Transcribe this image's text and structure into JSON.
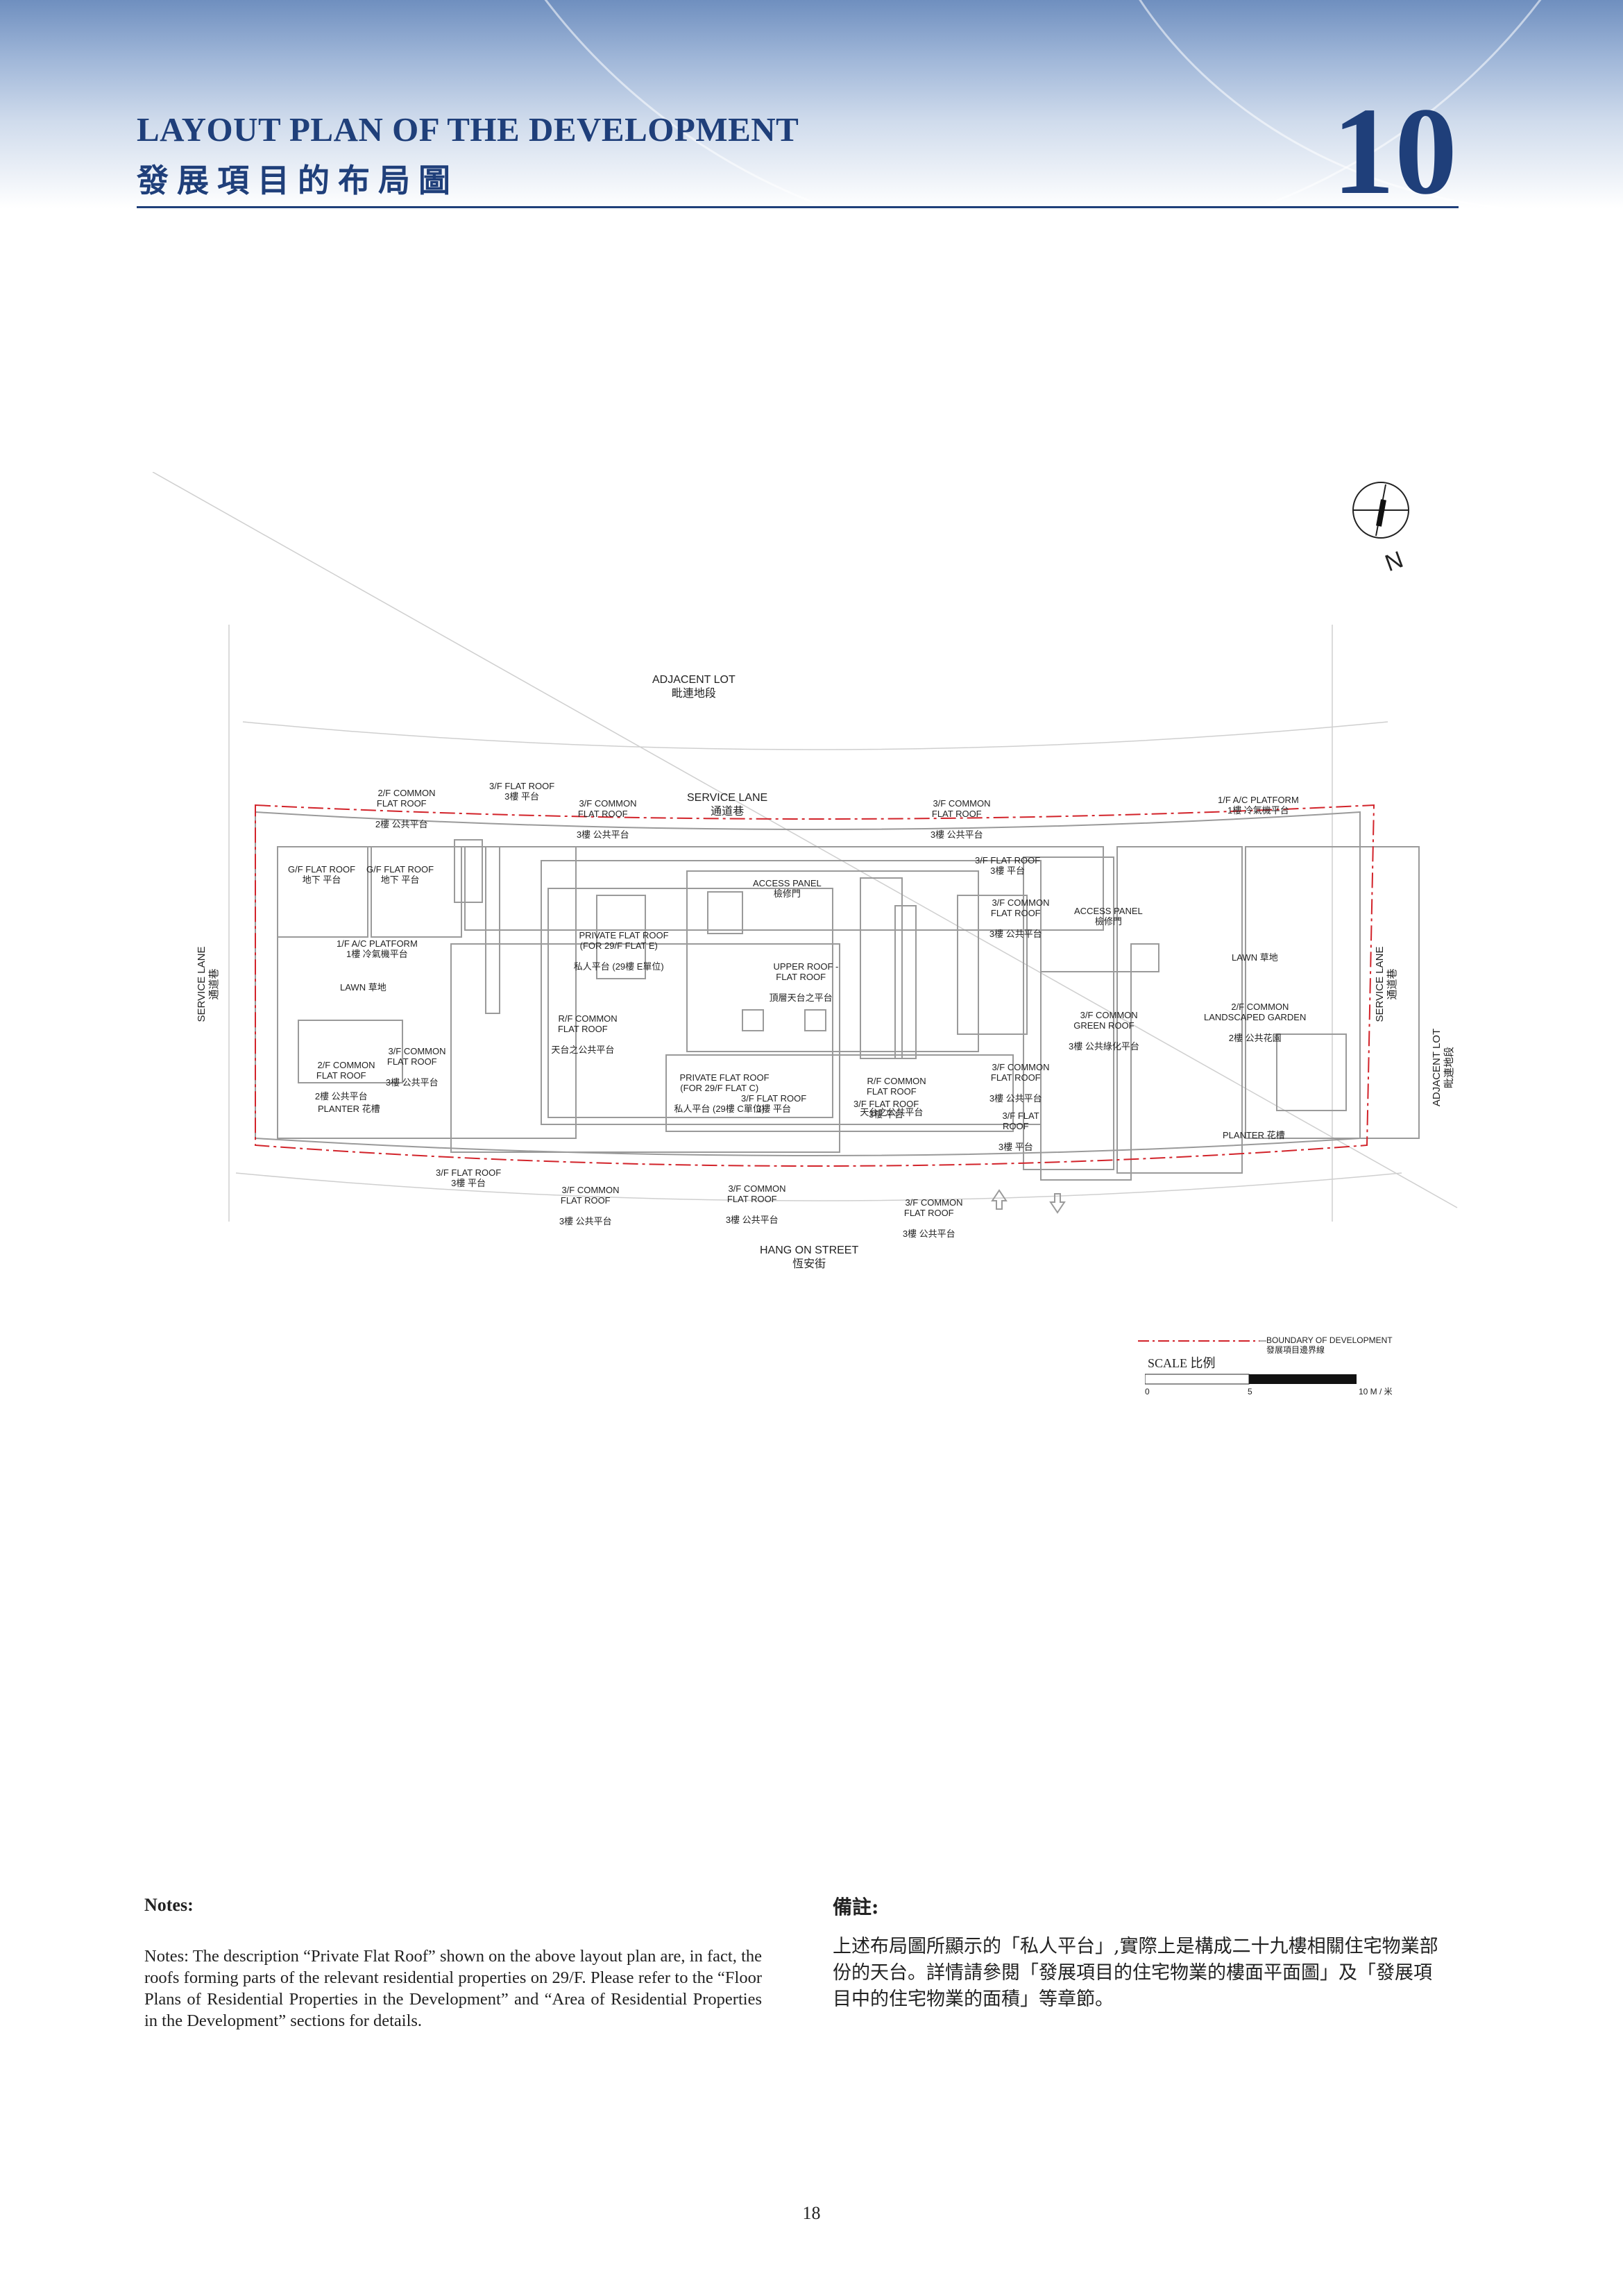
{
  "header": {
    "title": "LAYOUT PLAN OF THE DEVELOPMENT",
    "subtitle": "發展項目的布局圖",
    "section_number": "10"
  },
  "plan": {
    "north_label": "N",
    "labels": {
      "adjacent_lot_top_en": "ADJACENT LOT",
      "adjacent_lot_top_cn": "毗連地段",
      "service_lane_top_en": "SERVICE LANE",
      "service_lane_top_cn": "通道巷",
      "hang_on_street_en": "HANG ON STREET",
      "hang_on_street_cn": "恆安街",
      "service_lane_left_en": "SERVICE LANE",
      "service_lane_left_cn": "通道巷",
      "service_lane_right_en": "SERVICE LANE",
      "service_lane_right_cn": "通道巷",
      "adjacent_lot_right_en": "ADJACENT LOT",
      "adjacent_lot_right_cn": "毗連地段",
      "common_2f_top_en": "2/F COMMON\nFLAT ROOF",
      "common_2f_top_cn": "2樓 公共平台",
      "flat_roof_3f_top_en": "3/F FLAT ROOF",
      "flat_roof_3f_top_cn": "3樓 平台",
      "common_3f_top_en": "3/F COMMON\nFLAT ROOF",
      "common_3f_top_cn": "3樓 公共平台",
      "common_3f_topright_en": "3/F COMMON\nFLAT ROOF",
      "common_3f_topright_cn": "3樓 公共平台",
      "ac_1f_top_en": "1/F A/C PLATFORM",
      "ac_1f_top_cn": "1樓 冷氣機平台",
      "gf_flat_roof_1_en": "G/F FLAT ROOF",
      "gf_flat_roof_1_cn": "地下 平台",
      "gf_flat_roof_2_en": "G/F FLAT ROOF",
      "gf_flat_roof_2_cn": "地下 平台",
      "ac_1f_left_en": "1/F A/C PLATFORM",
      "ac_1f_left_cn": "1樓 冷氣機平台",
      "lawn_left": "LAWN 草地",
      "common_3f_left_en": "3/F COMMON\nFLAT ROOF",
      "common_3f_left_cn": "3樓 公共平台",
      "common_2f_left_en": "2/F COMMON\nFLAT ROOF",
      "common_2f_left_cn": "2樓 公共平台",
      "planter_left": "PLANTER 花槽",
      "private_29e_en": "PRIVATE FLAT ROOF\n(FOR 29/F FLAT E)",
      "private_29e_cn": "私人平台 (29樓 E單位)",
      "rf_common_left_en": "R/F COMMON\nFLAT ROOF",
      "rf_common_left_cn": "天台之公共平台",
      "access_panel_1_en": "ACCESS PANEL",
      "access_panel_1_cn": "檢修門",
      "upper_roof_en": "UPPER ROOF -\nFLAT ROOF",
      "upper_roof_cn": "頂層天台之平台",
      "private_29c_en": "PRIVATE FLAT ROOF\n(FOR 29/F FLAT C)",
      "private_29c_cn": "私人平台 (29樓 C單位)",
      "flat_roof_3f_mid_en": "3/F FLAT ROOF",
      "flat_roof_3f_mid_cn": "3樓 平台",
      "rf_common_right_en": "R/F COMMON\nFLAT ROOF",
      "rf_common_right_cn": "天台之公共平台",
      "flat_roof_3f_mid2_en": "3/F FLAT ROOF",
      "flat_roof_3f_mid2_cn": "3樓 平台",
      "flat_roof_3f_r1_en": "3/F FLAT ROOF",
      "flat_roof_3f_r1_cn": "3樓 平台",
      "common_3f_r1_en": "3/F COMMON\nFLAT ROOF",
      "common_3f_r1_cn": "3樓 公共平台",
      "common_3f_r2_en": "3/F COMMON\nFLAT ROOF",
      "common_3f_r2_cn": "3樓 公共平台",
      "flat_roof_3f_r2_en": "3/F FLAT\nROOF",
      "flat_roof_3f_r2_cn": "3樓 平台",
      "access_panel_2_en": "ACCESS PANEL",
      "access_panel_2_cn": "檢修門",
      "green_roof_en": "3/F COMMON\nGREEN ROOF",
      "green_roof_cn": "3樓 公共綠化平台",
      "lawn_right": "LAWN 草地",
      "garden_en": "2/F COMMON\nLANDSCAPED GARDEN",
      "garden_cn": "2樓 公共花園",
      "planter_right": "PLANTER 花槽",
      "flat_roof_3f_b1_en": "3/F FLAT ROOF",
      "flat_roof_3f_b1_cn": "3樓 平台",
      "common_3f_b1_en": "3/F COMMON\nFLAT ROOF",
      "common_3f_b1_cn": "3樓 公共平台",
      "common_3f_b2_en": "3/F COMMON\nFLAT ROOF",
      "common_3f_b2_cn": "3樓 公共平台",
      "common_3f_b3_en": "3/F COMMON\nFLAT ROOF",
      "common_3f_b3_cn": "3樓 公共平台"
    }
  },
  "legend": {
    "boundary_en": "BOUNDARY OF DEVELOPMENT",
    "boundary_cn": "發展項目邊界線",
    "boundary_color": "#d2232a",
    "scale_label": "SCALE 比例",
    "scale_ticks": [
      "0",
      "5",
      "10 M / 米"
    ]
  },
  "notes": {
    "en_title": "Notes:",
    "en_body": "Notes: The description “Private Flat Roof” shown on the above layout plan are, in fact, the roofs forming parts of the relevant residential properties on 29/F. Please refer to the “Floor Plans of Residential Properties in the Development” and “Area of Residential Properties in the Development” sections for details.",
    "cn_title": "備註:",
    "cn_body": "上述布局圖所顯示的「私人平台」,實際上是構成二十九樓相關住宅物業部份的天台。詳情請參閱「發展項目的住宅物業的樓面平面圖」及「發展項目中的住宅物業的面積」等章節。"
  },
  "page_number": "18",
  "colors": {
    "title": "#1f3f7a",
    "boundary": "#d2232a"
  }
}
